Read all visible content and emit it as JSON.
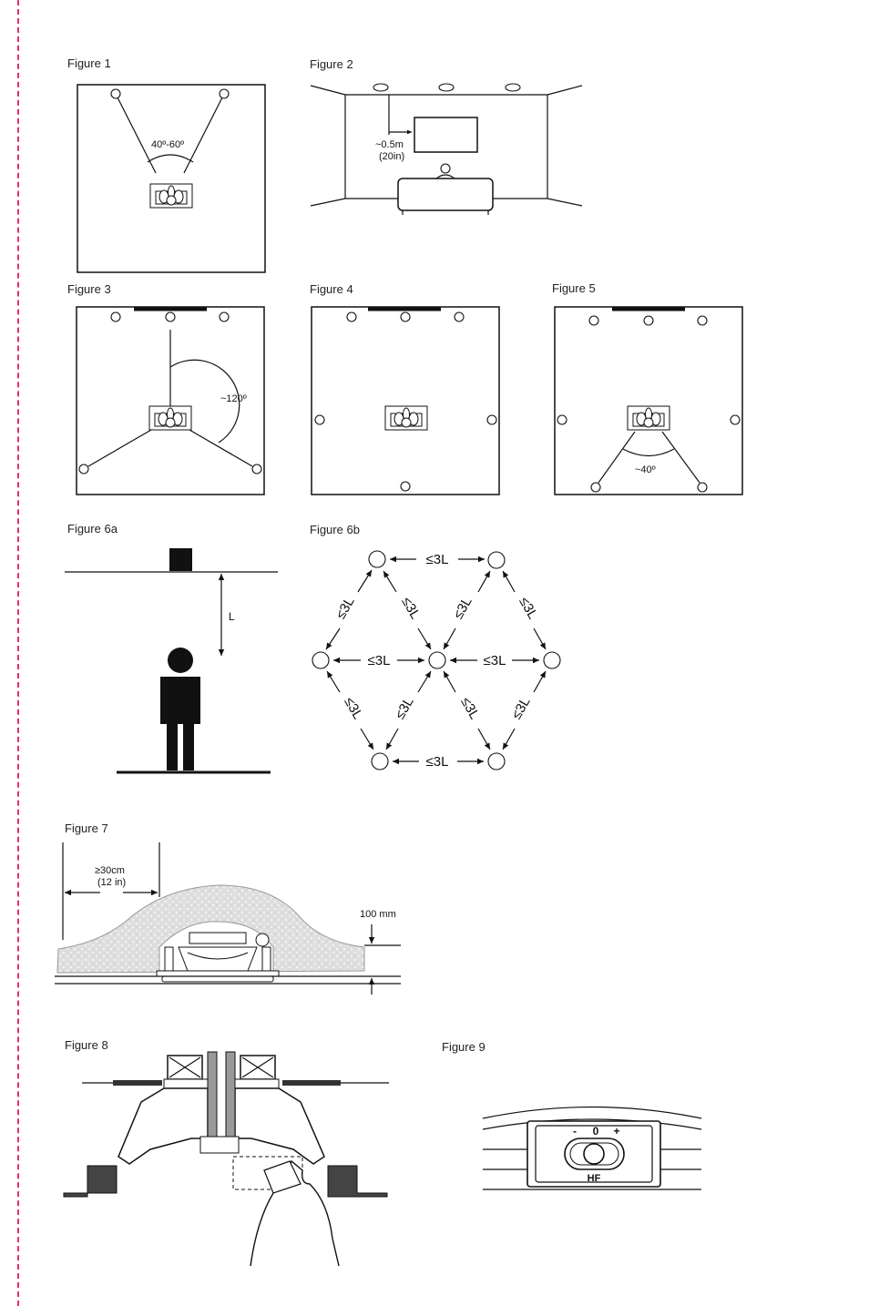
{
  "captions": {
    "fig1": "Figure 1",
    "fig2": "Figure 2",
    "fig3": "Figure 3",
    "fig4": "Figure 4",
    "fig5": "Figure 5",
    "fig6a": "Figure 6a",
    "fig6b": "Figure 6b",
    "fig7": "Figure 7",
    "fig8": "Figure 8",
    "fig9": "Figure 9"
  },
  "fig1": {
    "angle": "40º-60º"
  },
  "fig2": {
    "distance": "~0.5m",
    "distance_in": "(20in)"
  },
  "fig3": {
    "angle": "~120º"
  },
  "fig5": {
    "angle": "~40º"
  },
  "fig6a": {
    "label": "L"
  },
  "fig6b": {
    "spacing": "≤3L"
  },
  "fig7": {
    "clearance": "≥30cm",
    "clearance_in": "(12 in)",
    "depth": "100 mm"
  },
  "fig9": {
    "minus": "-",
    "zero": "0",
    "plus": "+",
    "label": "HF"
  },
  "colors": {
    "cutline": "#e0306a",
    "insulation": "#d6d6d6"
  }
}
